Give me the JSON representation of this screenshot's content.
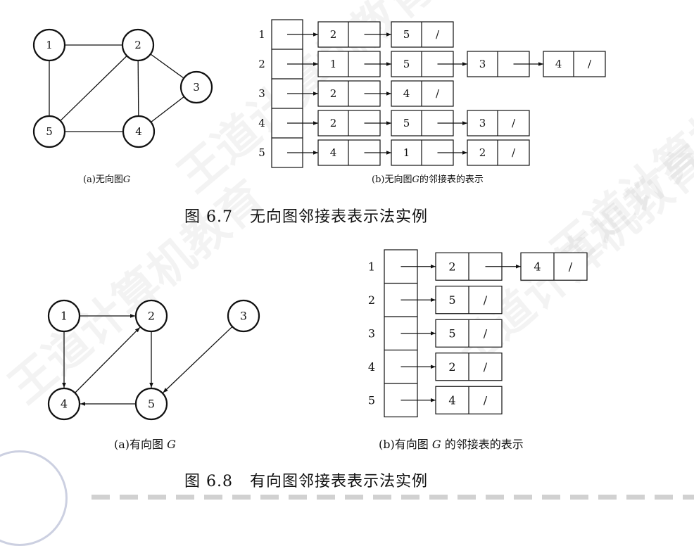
{
  "watermark": "王道计算机教育",
  "figures": [
    {
      "id": "fig67",
      "title_num": "图 6.7",
      "title_text": "无向图邻接表表示法实例",
      "caption_a": {
        "prefix": "(a)无向图",
        "italic": "G"
      },
      "caption_b": {
        "prefix": "(b)无向图",
        "italic": "G",
        "suffix": "的邻接表的表示"
      },
      "graph": {
        "directed": false,
        "nodes": [
          {
            "id": "1",
            "label": "1"
          },
          {
            "id": "2",
            "label": "2"
          },
          {
            "id": "3",
            "label": "3"
          },
          {
            "id": "4",
            "label": "4"
          },
          {
            "id": "5",
            "label": "5"
          }
        ],
        "edges": [
          [
            "1",
            "2"
          ],
          [
            "1",
            "5"
          ],
          [
            "2",
            "5"
          ],
          [
            "2",
            "4"
          ],
          [
            "2",
            "3"
          ],
          [
            "3",
            "4"
          ],
          [
            "4",
            "5"
          ]
        ]
      },
      "adjacency": [
        {
          "vertex": "1",
          "neighbors": [
            "2",
            "5"
          ]
        },
        {
          "vertex": "2",
          "neighbors": [
            "1",
            "5",
            "3",
            "4"
          ]
        },
        {
          "vertex": "3",
          "neighbors": [
            "2",
            "4"
          ]
        },
        {
          "vertex": "4",
          "neighbors": [
            "2",
            "5",
            "3"
          ]
        },
        {
          "vertex": "5",
          "neighbors": [
            "4",
            "1",
            "2"
          ]
        }
      ],
      "null_mark": "/"
    },
    {
      "id": "fig68",
      "title_num": "图 6.8",
      "title_text": "有向图邻接表表示法实例",
      "caption_a": {
        "prefix": "(a)有向图 ",
        "italic": "G"
      },
      "caption_b": {
        "prefix": "(b)有向图 ",
        "italic": "G",
        "suffix": " 的邻接表的表示"
      },
      "graph": {
        "directed": true,
        "nodes": [
          {
            "id": "1",
            "label": "1"
          },
          {
            "id": "2",
            "label": "2"
          },
          {
            "id": "3",
            "label": "3"
          },
          {
            "id": "4",
            "label": "4"
          },
          {
            "id": "5",
            "label": "5"
          }
        ],
        "edges": [
          [
            "1",
            "2"
          ],
          [
            "1",
            "4"
          ],
          [
            "2",
            "5"
          ],
          [
            "4",
            "2"
          ],
          [
            "3",
            "5"
          ],
          [
            "5",
            "4"
          ]
        ]
      },
      "adjacency": [
        {
          "vertex": "1",
          "neighbors": [
            "2",
            "4"
          ]
        },
        {
          "vertex": "2",
          "neighbors": [
            "5"
          ]
        },
        {
          "vertex": "3",
          "neighbors": [
            "5"
          ]
        },
        {
          "vertex": "4",
          "neighbors": [
            "2"
          ]
        },
        {
          "vertex": "5",
          "neighbors": [
            "4"
          ]
        }
      ],
      "null_mark": "/"
    }
  ]
}
